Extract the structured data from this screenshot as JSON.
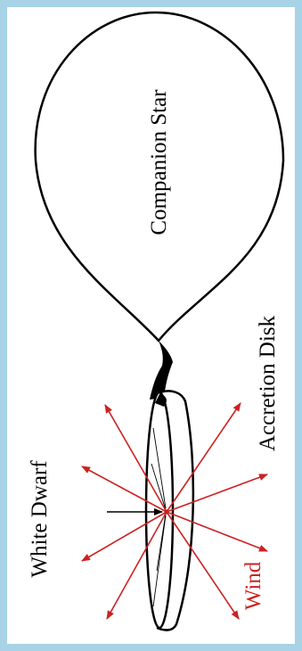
{
  "labels": {
    "companion_star": "Companion Star",
    "accretion_disk": "Accretion Disk",
    "white_dwarf": "White Dwarf",
    "wind": "Wind"
  },
  "colors": {
    "border": "#a8d2e6",
    "outline": "#000000",
    "wind": "#cc2222",
    "background": "#ffffff"
  }
}
